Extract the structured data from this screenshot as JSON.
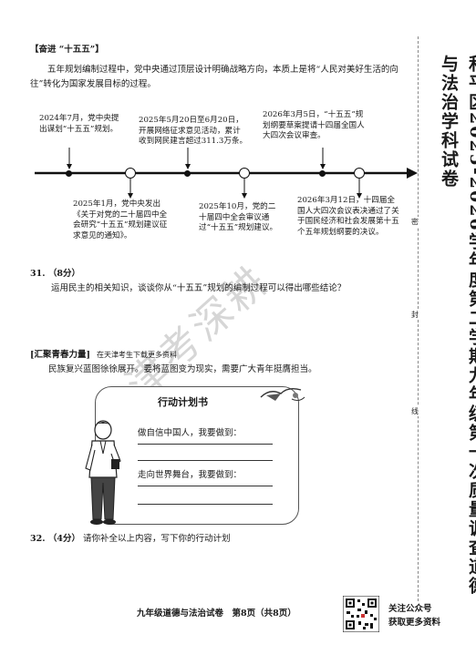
{
  "heading": "【奋进 “十五五”】",
  "intro": "五年规划编制过程中，党中央通过顶层设计明确战略方向，本质上是将“人民对美好生活的向往”转化为国家发展目标的过程。",
  "timeline_above": [
    {
      "text": "2024年7月，党中央提出谋划“十五五”规划。"
    },
    {
      "text": "2025年5月20日至6月20日，开展网络征求意见活动，累计收到网民建言超过311.3万条。"
    },
    {
      "text": "2026年3月5日，“十五五”规划纲要草案提请十四届全国人大四次会议审查。"
    }
  ],
  "timeline_below": [
    {
      "text": "2025年1月，党中央发出《关于对党的二十届四中全会研究“十五五”规划建议征求意见的通知》。"
    },
    {
      "text": "2025年10月，党的二十届四中全会审议通过“十五五”规划建议。"
    },
    {
      "text": "2026年3月12日，十四届全国人大四次会议表决通过了关于国民经济和社会发展第十五个五年规划纲要的决议。"
    }
  ],
  "q31_number": "31. （8分）",
  "q31_text": "运用民主的相关知识，谈谈你从“十五五”规划的编制过程可以得出哪些结论？",
  "section2_heading": "[汇聚青春力量]",
  "section2_note": "在天津考生下载更多资料",
  "section2_intro": "民族复兴蓝图徐徐展开。要将蓝图变为现实，需要广大青年挺膺担当。",
  "action_plan_title": "行动计划书",
  "action_plan_items": [
    "做自信中国人，我要做到：",
    "走向世界舞台，我要做到："
  ],
  "q32_number": "32. （4分）",
  "q32_text": "请你补全以上内容，写下你的行动计划",
  "footer": "九年级道德与法治试卷　第8页（共8页）",
  "qr_caption_1": "关注公众号",
  "qr_caption_2": "获取更多资料",
  "side_title": "和平区2025-2026学年度第二学期九年级第一次质量调查道德与法治学科试卷",
  "binding_marks": [
    "密",
    "封",
    "线"
  ],
  "watermark": "津考深耕"
}
